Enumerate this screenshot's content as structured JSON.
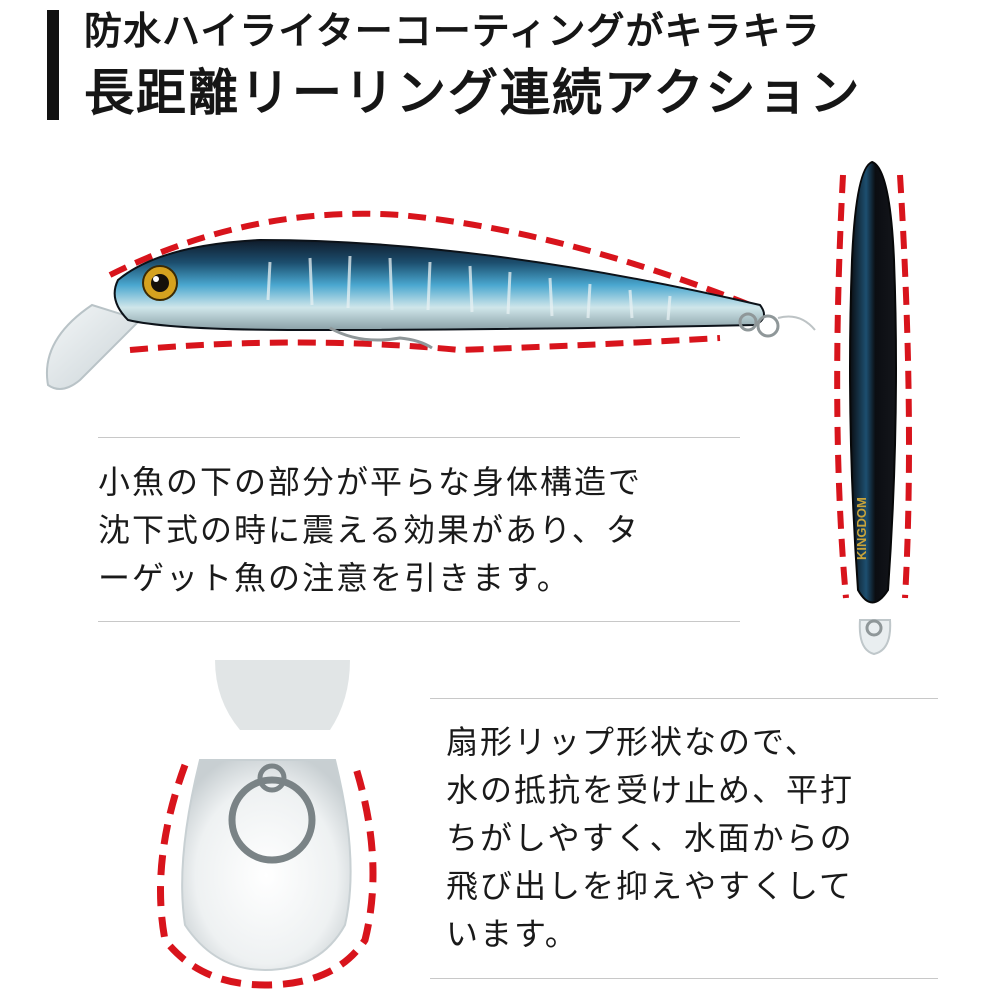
{
  "header": {
    "line1": "防水ハイライターコーティングがキラキラ",
    "line2": "長距離リーリング連続アクション"
  },
  "section_body": {
    "lines": [
      "小魚の下の部分が平らな身体構造で",
      "沈下式の時に震える効果があり、タ",
      "ーゲット魚の注意を引きます。"
    ]
  },
  "section_lip": {
    "lines": [
      "扇形リップ形状なので、",
      "水の抵抗を受け止め、平打",
      "ちがしやすく、水面からの",
      "飛び出しを抑えやすくして",
      "います。"
    ]
  },
  "lure_top_view": {
    "brand_text": "KINGDOM"
  },
  "colors": {
    "dash_red": "#d8141c",
    "lure_blue": "#2d8fb8",
    "lure_dark": "#0d0f14"
  }
}
